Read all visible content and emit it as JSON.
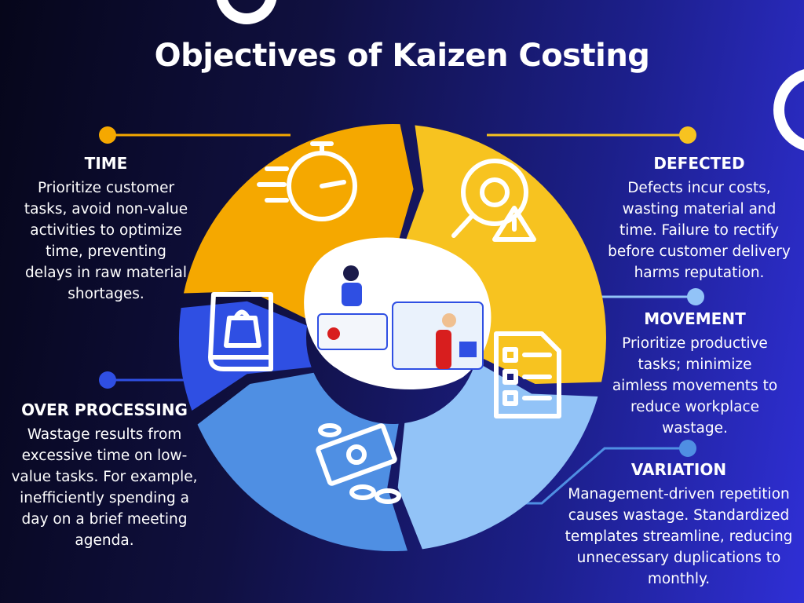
{
  "title": "Objectives of Kaizen Costing",
  "colors": {
    "time": "#f5a800",
    "defected": "#f7c320",
    "movement": "#92c3f7",
    "variation": "#4f8fe3",
    "over_processing": "#2f4fe3",
    "accent_dot_left": "#2f4fe3"
  },
  "sections": {
    "time": {
      "heading": "TIME",
      "body": "Prioritize customer tasks, avoid non-value activities to optimize time, preventing delays in raw material shortages.",
      "icon": "stopwatch-icon"
    },
    "defected": {
      "heading": "DEFECTED",
      "body": "Defects incur costs, wasting material and time. Failure to rectify before customer delivery harms reputation.",
      "icon": "magnifier-warning-icon"
    },
    "movement": {
      "heading": "MOVEMENT",
      "body": "Prioritize productive tasks; minimize aimless movements to reduce workplace wastage.",
      "icon": "checklist-icon"
    },
    "over_processing": {
      "heading": "OVER PROCESSING",
      "body": "Wastage results from excessive time on low-value tasks. For example, inefficiently spending a day on a brief meeting agenda.",
      "icon": "shopping-book-icon"
    },
    "variation": {
      "heading": "VARIATION",
      "body": "Management-driven repetition causes wastage. Standardized templates streamline, reducing unnecessary duplications to monthly.",
      "icon": "money-coins-icon"
    }
  }
}
